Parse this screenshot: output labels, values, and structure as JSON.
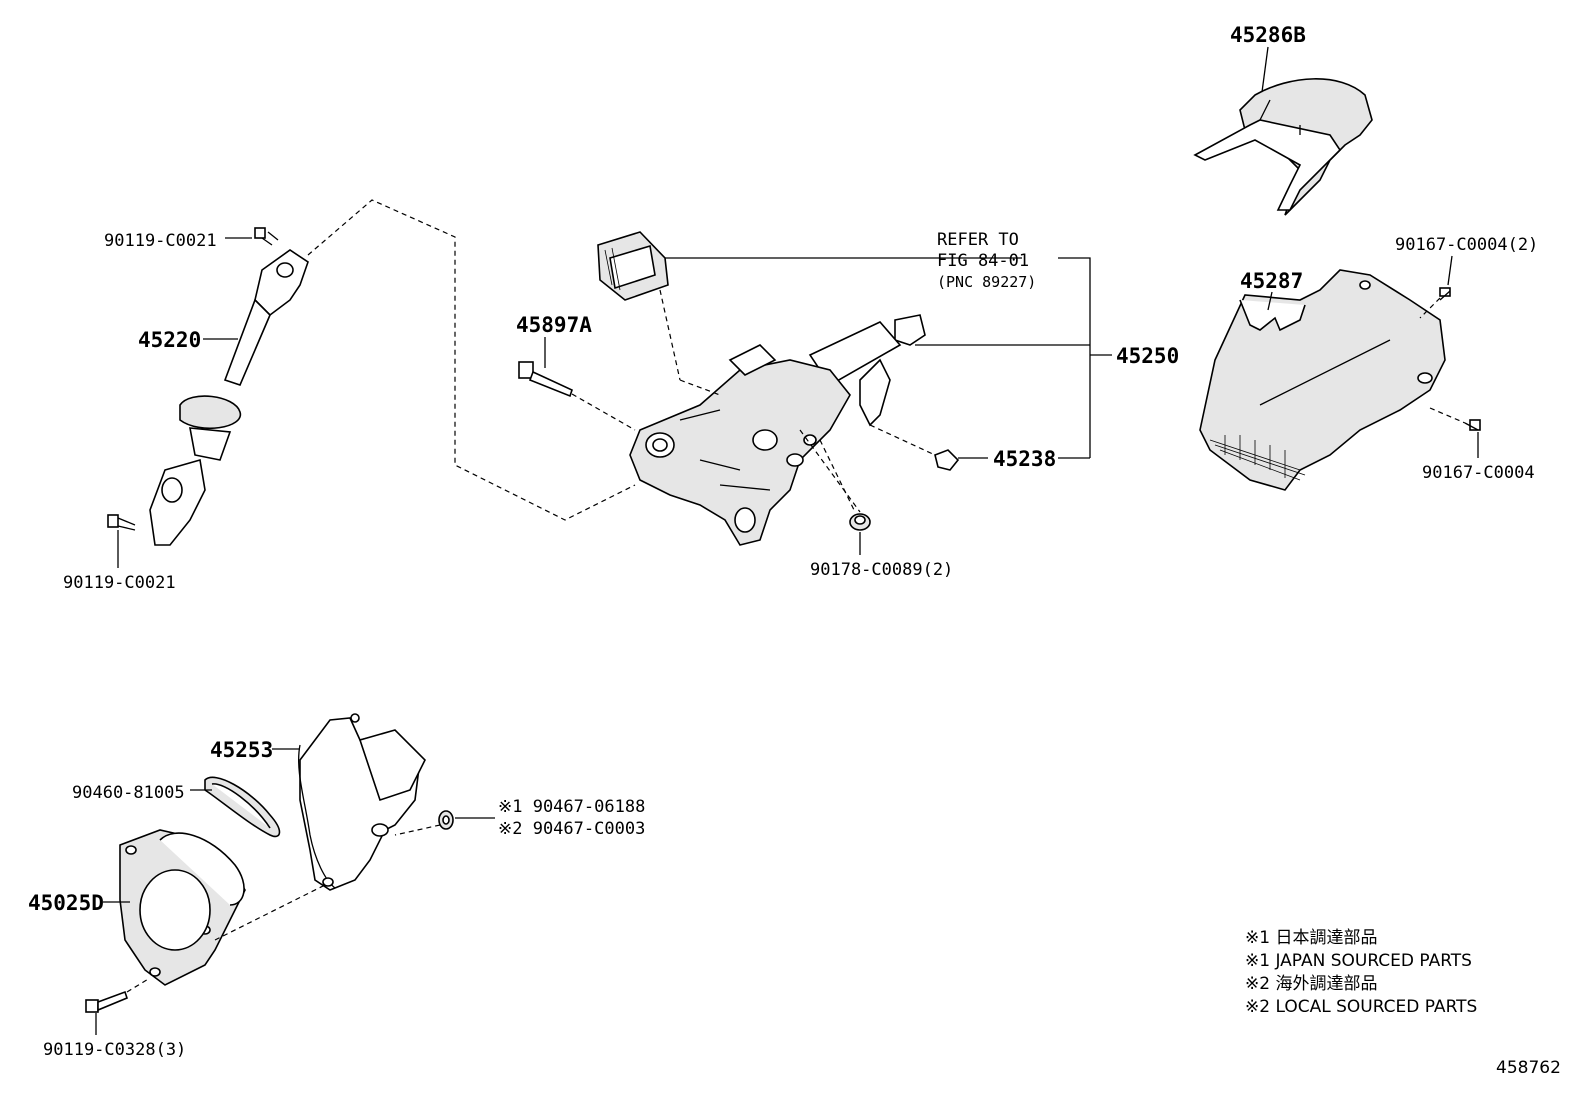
{
  "labels": {
    "p45286B": "45286B",
    "p90167_C0004_2": "90167-C0004(2)",
    "p45287": "45287",
    "p90167_C0004": "90167-C0004",
    "p90119_C0021_top": "90119-C0021",
    "p45220": "45220",
    "p90119_C0021_bottom": "90119-C0021",
    "refer_line1": "REFER TO",
    "refer_line2": "FIG 84-01",
    "refer_line3": "(PNC 89227)",
    "p45897A": "45897A",
    "p45250": "45250",
    "p45238": "45238",
    "p90178_C0089_2": "90178-C0089(2)",
    "p45253": "45253",
    "p90460_81005": "90460-81005",
    "p90467_06188": "※1 90467-06188",
    "p90467_C0003": "※2 90467-C0003",
    "p45025D": "45025D",
    "p90119_C0328_3": "90119-C0328(3)"
  },
  "legend": {
    "line1": "※1 日本調達部品",
    "line2": "※1 JAPAN SOURCED PARTS",
    "line3": "※2 海外調達部品",
    "line4": "※2 LOCAL SOURCED PARTS"
  },
  "figure_id": "458762"
}
